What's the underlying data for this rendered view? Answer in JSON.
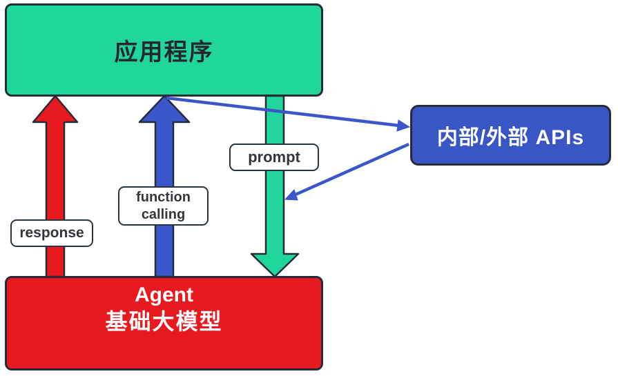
{
  "colors": {
    "box-green": "#21D69B",
    "box-red": "#E8191F",
    "box-blue": "#3A55C4",
    "arrow-red": "#E8191F",
    "arrow-blue": "#3A56C8",
    "arrow-green": "#21D69B",
    "connector-blue": "#3A56C8",
    "outline": "#242C38",
    "chip-border": "#2A3440",
    "chip-text": "#33373B",
    "title-dark": "#25282D",
    "text-light": "#FFFFFF",
    "canvas-bg": "#FFFFFF"
  },
  "nodes": {
    "application": {
      "label": "应用程序"
    },
    "agent": {
      "line1": "Agent",
      "line2": "基础大模型"
    },
    "apis": {
      "label": "内部/外部 APIs"
    }
  },
  "edges": [
    {
      "id": "response",
      "label": "response",
      "from": "agent",
      "to": "application",
      "style": "thick-arrow",
      "color": "#E8191F"
    },
    {
      "id": "function-calling",
      "label": "function calling",
      "from": "agent",
      "to": "application",
      "style": "thick-arrow",
      "color": "#3A56C8"
    },
    {
      "id": "prompt",
      "label": "prompt",
      "from": "application",
      "to": "agent",
      "style": "thick-arrow",
      "color": "#21D69B"
    },
    {
      "id": "app-to-apis",
      "label": "",
      "from": "application",
      "to": "apis",
      "style": "thin-arrow",
      "color": "#3A56C8"
    },
    {
      "id": "apis-to-prompt",
      "label": "",
      "from": "apis",
      "to": "prompt-arrow",
      "style": "thin-arrow",
      "color": "#3A56C8"
    }
  ]
}
